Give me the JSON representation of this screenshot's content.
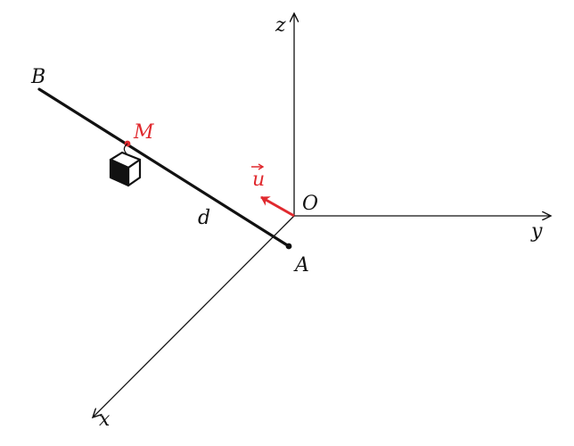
{
  "labels": {
    "z": "z",
    "y": "y",
    "x": "x",
    "O": "O",
    "A": "A",
    "B": "B",
    "M": "M",
    "d": "d",
    "u": "u"
  },
  "colors": {
    "ink": "#111111",
    "accent": "#e0292e"
  },
  "icons": {
    "cube": "cube-icon",
    "vector_arrow": "arrow-icon"
  }
}
